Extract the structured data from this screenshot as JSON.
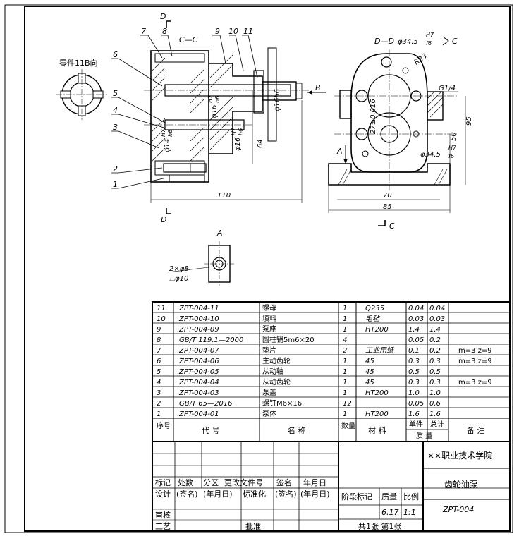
{
  "drawing": {
    "section_top": "D",
    "section_bottom": "D",
    "view_cc_label": "C—C",
    "view_dd_label": "D—D",
    "view_c_arrow": "C",
    "view_c_arrow_bottom": "C",
    "view_b_arrow": "B",
    "part_11_b_view": "零件11B向",
    "view_a_label": "A",
    "view_a_arrow": "A",
    "leaders": [
      "1",
      "2",
      "3",
      "4",
      "5",
      "6",
      "7",
      "8",
      "9",
      "10",
      "11"
    ],
    "dims": {
      "d16_h7_h6_a": "φ16",
      "d16_h7_h6_a_fit_top": "H7",
      "d16_h7_h6_a_fit_bot": "h6",
      "d14": "φ14",
      "d14_fit_top": "H7",
      "d14_fit_bot": "h6",
      "d16b": "φ16",
      "d16b_fit_top": "H7",
      "d16b_fit_bot": "h6",
      "d16h6": "φ16h6",
      "d64": "64",
      "d110": "110",
      "d345_top": "φ34.5",
      "d345_top_fit_top": "H7",
      "d345_top_fit_bot": "f6",
      "d345_bot": "φ34.5",
      "d345_bot_fit_top": "H7",
      "d345_bot_fit_bot": "f6",
      "r23": "R23",
      "g14": "G1/4",
      "d27": "27±0.016",
      "d95": "95",
      "d50": "50",
      "d70": "70",
      "d85": "85",
      "holes": "2×φ8",
      "cbore": "⌴φ10"
    }
  },
  "bom": {
    "rows": [
      {
        "no": "11",
        "code": "ZPT-004-11",
        "name": "螺母",
        "qty": "1",
        "material": "Q235",
        "unit": "0.04",
        "total": "0.04",
        "note": ""
      },
      {
        "no": "10",
        "code": "ZPT-004-10",
        "name": "填料",
        "qty": "1",
        "material": "毛毡",
        "unit": "0.03",
        "total": "0.03",
        "note": ""
      },
      {
        "no": "9",
        "code": "ZPT-004-09",
        "name": "泵座",
        "qty": "1",
        "material": "HT200",
        "unit": "1.4",
        "total": "1.4",
        "note": ""
      },
      {
        "no": "8",
        "code": "GB/T 119.1—2000",
        "name": "圆柱销5m6×20",
        "qty": "4",
        "material": "",
        "unit": "0.05",
        "total": "0.2",
        "note": ""
      },
      {
        "no": "7",
        "code": "ZPT-004-07",
        "name": "垫片",
        "qty": "2",
        "material": "工业用纸",
        "unit": "0.1",
        "total": "0.2",
        "note": "m=3 z=9"
      },
      {
        "no": "6",
        "code": "ZPT-004-06",
        "name": "主动齿轮",
        "qty": "1",
        "material": "45",
        "unit": "0.3",
        "total": "0.3",
        "note": "m=3 z=9"
      },
      {
        "no": "5",
        "code": "ZPT-004-05",
        "name": "从动轴",
        "qty": "1",
        "material": "45",
        "unit": "0.5",
        "total": "0.5",
        "note": ""
      },
      {
        "no": "4",
        "code": "ZPT-004-04",
        "name": "从动齿轮",
        "qty": "1",
        "material": "45",
        "unit": "0.3",
        "total": "0.3",
        "note": "m=3 z=9"
      },
      {
        "no": "3",
        "code": "ZPT-004-03",
        "name": "泵盖",
        "qty": "1",
        "material": "HT200",
        "unit": "1.0",
        "total": "1.0",
        "note": ""
      },
      {
        "no": "2",
        "code": "GB/T 65—2016",
        "name": "螺钉M6×16",
        "qty": "12",
        "material": "",
        "unit": "0.05",
        "total": "0.6",
        "note": ""
      },
      {
        "no": "1",
        "code": "ZPT-004-01",
        "name": "泵体",
        "qty": "1",
        "material": "HT200",
        "unit": "1.6",
        "total": "1.6",
        "note": ""
      }
    ],
    "header": {
      "no": "序号",
      "code": "代  号",
      "name": "名  称",
      "qty": "数量",
      "material": "材  料",
      "unit": "单件",
      "total": "总计",
      "mass": "质  量",
      "note": "备  注"
    }
  },
  "title_block": {
    "school": "××职业技术学院",
    "drawing_name": "齿轮油泵",
    "drawing_no": "ZPT-004",
    "row_marks": [
      "标记",
      "处数",
      "分区",
      "更改文件号",
      "签名",
      "年月日"
    ],
    "row_design": [
      "设计",
      "(签名)",
      "(年月日)",
      "标准化",
      "(签名)",
      "(年月日)"
    ],
    "stage_label": "阶段标记",
    "mass_label": "质量",
    "scale_label": "比例",
    "mass_value": "6.17",
    "scale_value": "1:1",
    "reviewer": "审核",
    "process": "工艺",
    "approve": "批准",
    "sheets": "共1张 第1张"
  }
}
